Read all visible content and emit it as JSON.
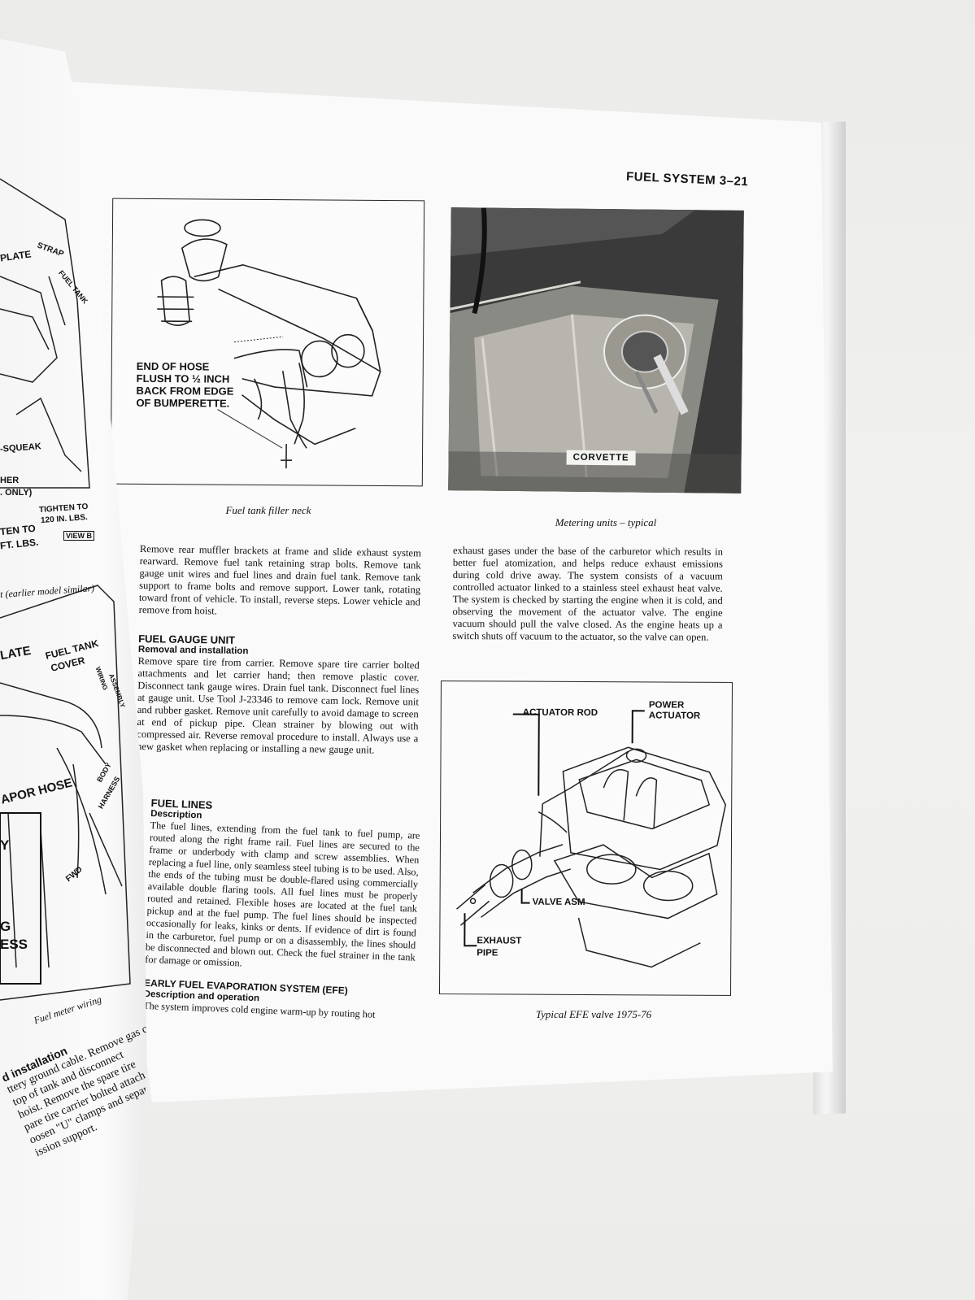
{
  "page_header": "FUEL SYSTEM 3–21",
  "figures": {
    "filler_neck": {
      "caption": "Fuel tank filler neck",
      "label_lines": [
        "END OF HOSE",
        "FLUSH TO ½ INCH",
        "BACK FROM EDGE",
        "OF BUMPERETTE."
      ]
    },
    "metering": {
      "caption": "Metering units – typical",
      "label": "CORVETTE"
    },
    "efe": {
      "caption": "Typical EFE valve 1975-76",
      "labels": {
        "actuator_rod": "ACTUATOR ROD",
        "power_1": "POWER",
        "power_2": "ACTUATOR",
        "valve": "VALVE ASM",
        "exhaust_1": "EXHAUST",
        "exhaust_2": "PIPE"
      }
    }
  },
  "left_column": {
    "intro": "Remove rear muffler brackets at frame and slide exhaust system rearward. Remove fuel tank retaining strap bolts. Remove tank gauge unit wires and fuel lines and drain fuel tank. Remove tank support to frame bolts and remove support. Lower tank, rotating toward front of vehicle. To install, reverse steps. Lower vehicle and remove from hoist.",
    "gauge": {
      "heading": "FUEL GAUGE UNIT",
      "subheading": "Removal and installation",
      "body": "Remove spare tire from carrier. Remove spare tire carrier bolted attachments and let carrier hand; then remove plastic cover. Disconnect tank gauge wires. Drain fuel tank. Disconnect fuel lines at gauge unit. Use Tool J-23346 to remove cam lock. Remove unit and rubber gasket. Remove unit carefully to avoid damage to screen at end of pickup pipe. Clean strainer by blowing out with compressed air. Reverse removal procedure to install. Always use a new gasket when replacing or installing a new gauge unit."
    },
    "lines": {
      "heading": "FUEL LINES",
      "subheading": "Description",
      "body": "The fuel lines, extending from the fuel tank to fuel pump, are routed along the right frame rail. Fuel lines are secured to the frame or underbody with clamp and screw assemblies. When replacing a fuel line, only seamless steel tubing is to be used. Also, the ends of the tubing must be double-flared using commercially available double flaring tools. All fuel lines must be properly routed and retained. Flexible hoses are located at the fuel tank pickup and at the fuel pump. The fuel lines should be inspected occasionally for leaks, kinks or dents. If evidence of dirt is found in the carburetor, fuel pump or on a disassembly, the lines should be disconnected and blown out. Check the fuel strainer in the tank for damage or omission."
    },
    "efe": {
      "heading": "EARLY FUEL EVAPORATION SYSTEM (EFE)",
      "subheading": "Description and operation",
      "body": "The system improves cold engine warm-up by routing hot"
    }
  },
  "right_column": {
    "body": "exhaust gases under the base of the carburetor which results in better fuel atomization, and helps reduce exhaust emissions during cold drive away. The system consists of a vacuum controlled actuator linked to a stainless steel exhaust heat valve. The system is checked by starting the engine when it is cold, and observing the movement of the actuator valve. The engine vacuum should pull the valve closed. As the engine heats up a switch shuts off vacuum to the actuator, so the valve can open."
  },
  "left_page": {
    "labels": [
      "PLATE",
      "STRAP",
      "FUEL TANK",
      "-SQUEAK",
      "HER",
      ". ONLY)",
      "TIGHTEN TO",
      "120 IN. LBS.",
      "TEN TO",
      "FT. LBS.",
      "VIEW B",
      "LATE",
      "FUEL TANK",
      "COVER",
      "WIRING",
      "ASSEMBLY",
      "APOR HOSE",
      "BODY",
      "HARNESS",
      "FWD",
      "Y",
      "G",
      "ESS"
    ],
    "captions": [
      "t (earlier model similar)",
      "Fuel meter wiring"
    ],
    "bottom_heading": "d installation",
    "bottom_lines": [
      "ttery ground cable. Remove gas cap",
      "top of tank and disconnect",
      "hoist. Remove the spare tire",
      "pare tire carrier bolted attach",
      "oosen \"U\" clamps and separate",
      "ission support."
    ]
  }
}
